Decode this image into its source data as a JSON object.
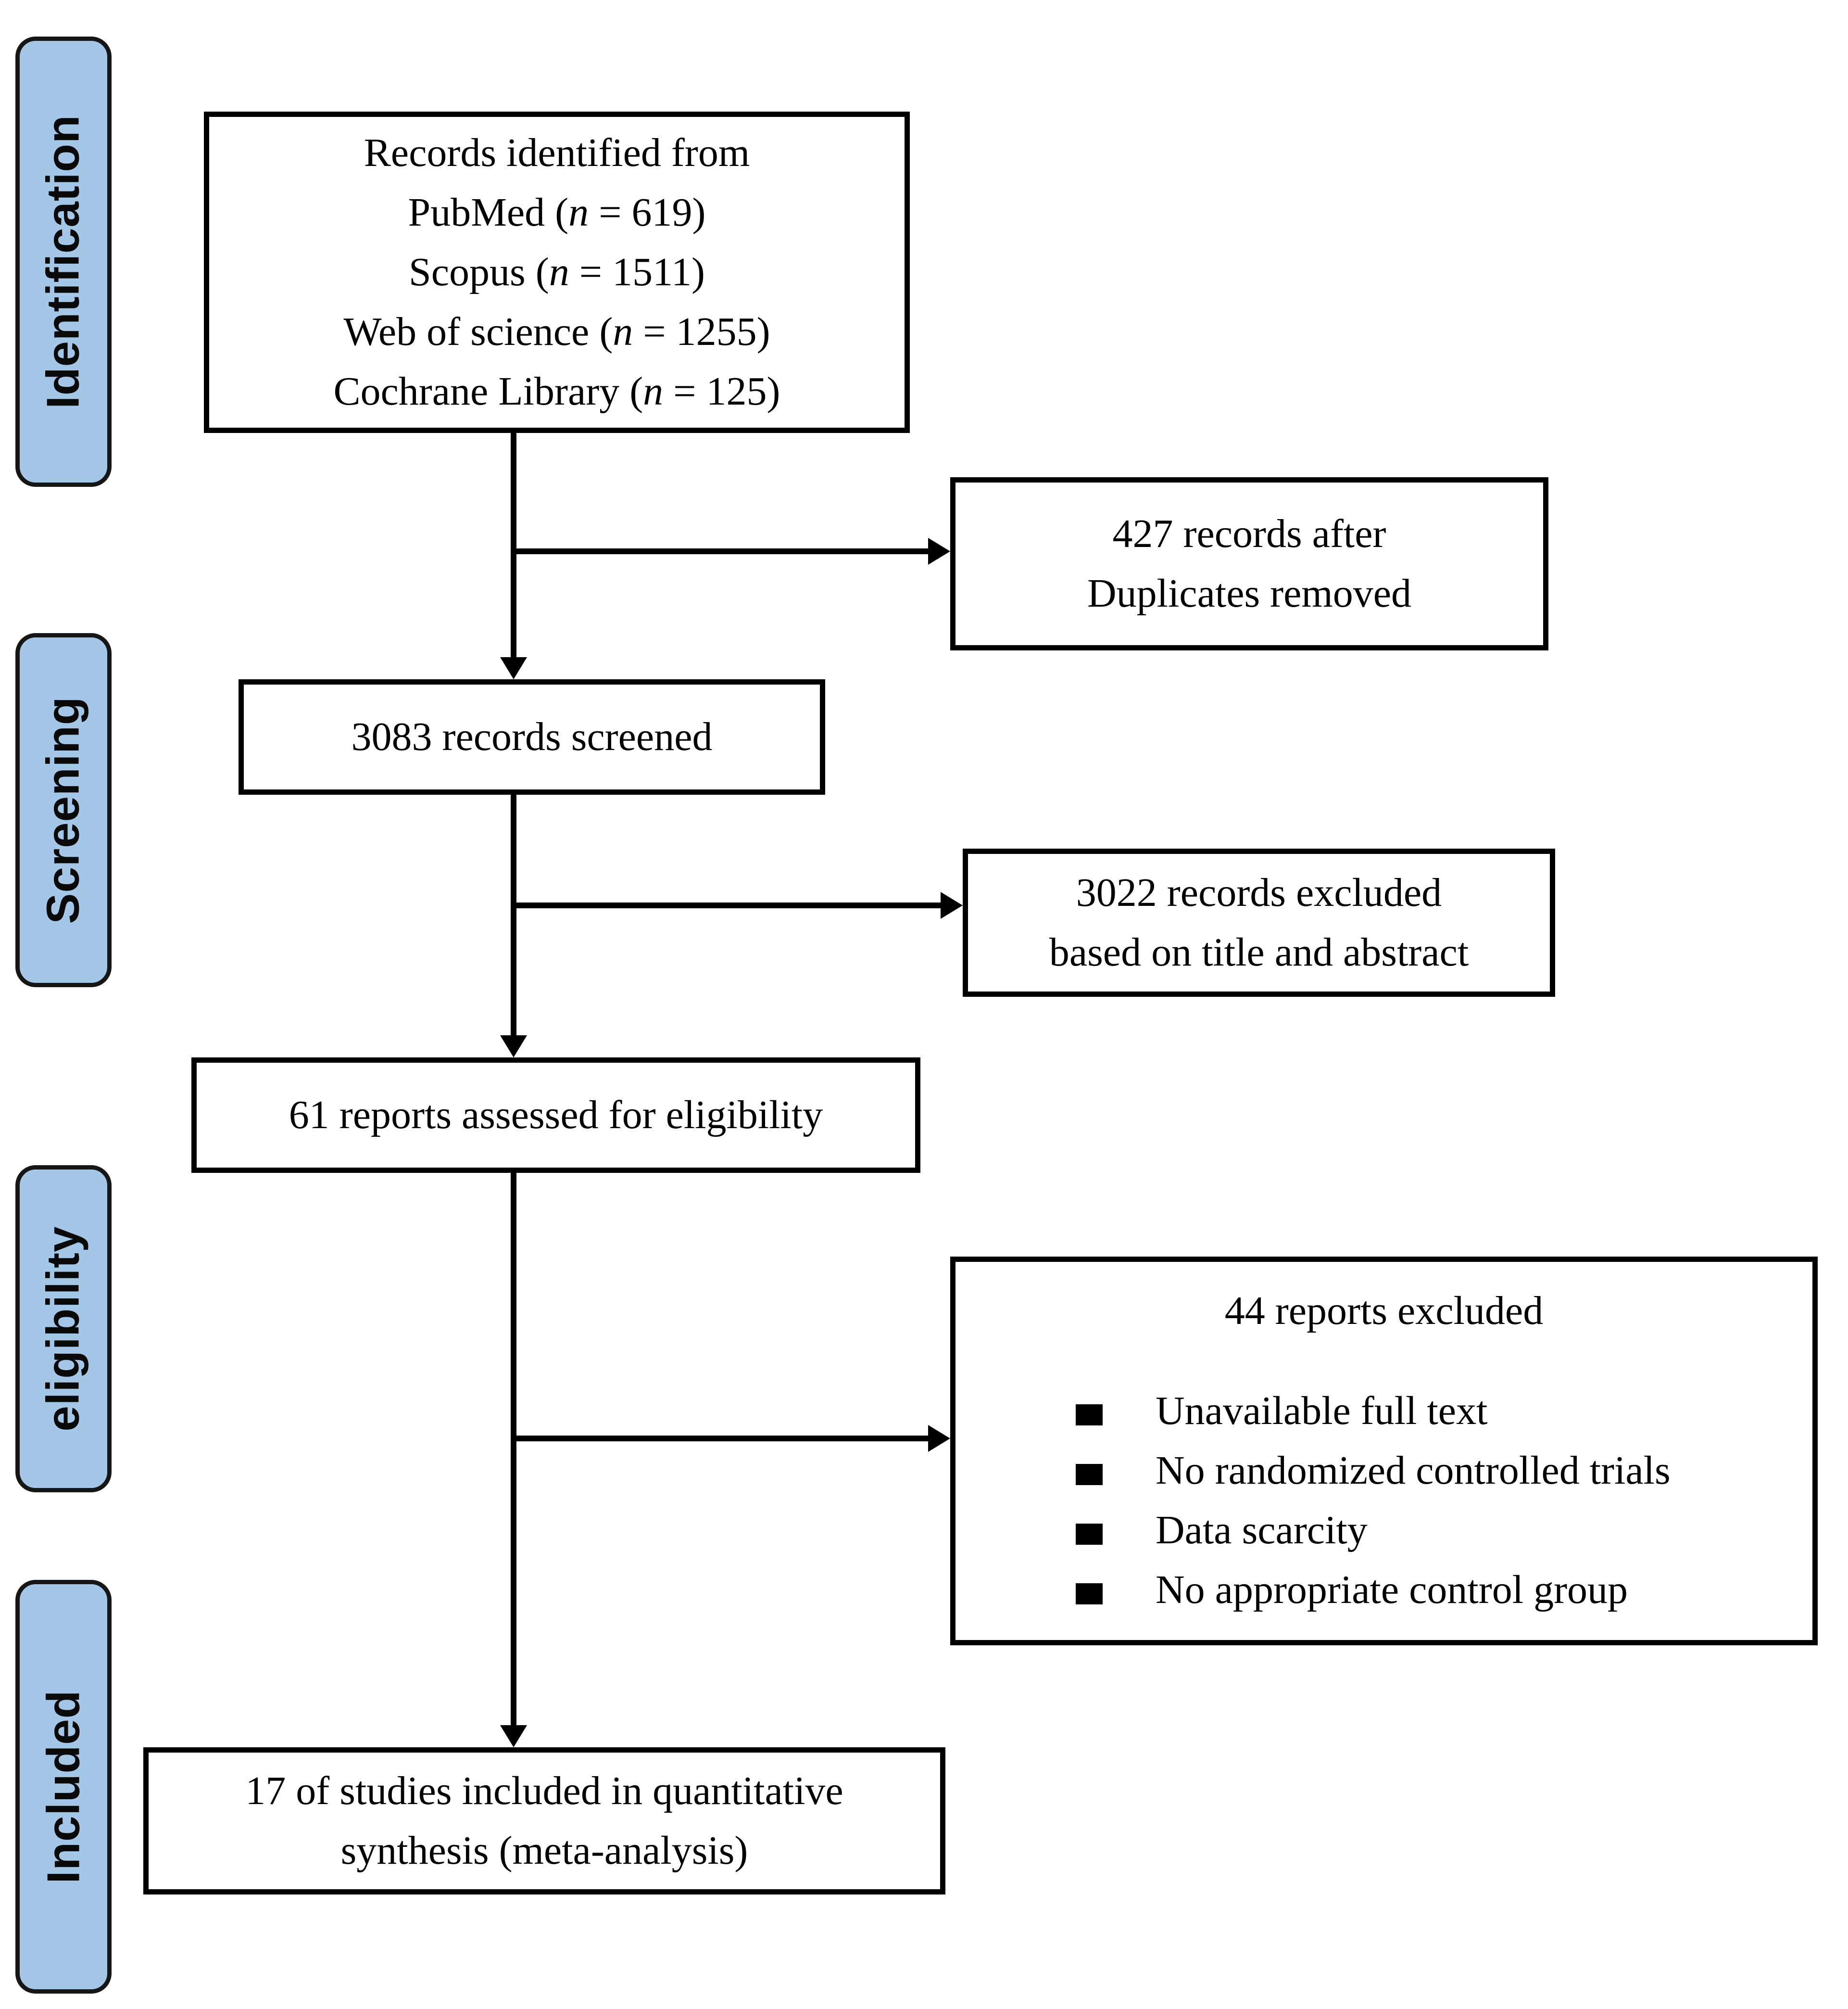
{
  "diagram": {
    "colors": {
      "stage_fill": "#a4c7e7",
      "stage_border": "#161616",
      "box_border": "#000000",
      "arrow": "#000000",
      "background": "#ffffff"
    },
    "stages": [
      {
        "id": "identification",
        "label": "Identification"
      },
      {
        "id": "screening",
        "label": "Screening"
      },
      {
        "id": "eligibility",
        "label": "eligibility"
      },
      {
        "id": "included",
        "label": "Included"
      }
    ],
    "boxes": {
      "records_identified": {
        "rich_lines": [
          [
            {
              "t": "Records identified from"
            }
          ],
          [
            {
              "t": "PubMed ("
            },
            {
              "t": "n",
              "i": true
            },
            {
              "t": " = 619)"
            }
          ],
          [
            {
              "t": "Scopus ("
            },
            {
              "t": "n",
              "i": true
            },
            {
              "t": " = 1511)"
            }
          ],
          [
            {
              "t": "Web of science ("
            },
            {
              "t": "n",
              "i": true
            },
            {
              "t": " = 1255)"
            }
          ],
          [
            {
              "t": "Cochrane Library ("
            },
            {
              "t": "n",
              "i": true
            },
            {
              "t": " = 125)"
            }
          ]
        ]
      },
      "duplicates_removed": {
        "lines": [
          "427 records after",
          "Duplicates removed"
        ]
      },
      "records_screened": {
        "text": "3083 records screened"
      },
      "records_excluded": {
        "lines": [
          "3022 records excluded",
          "based on title and abstract"
        ]
      },
      "reports_assessed": {
        "text": "61 reports assessed for eligibility"
      },
      "reports_excluded": {
        "title": "44 reports excluded",
        "items": [
          "Unavailable full text",
          "No randomized controlled trials",
          "Data scarcity",
          "No appropriate control group"
        ]
      },
      "studies_included": {
        "lines": [
          "17 of studies included in quantitative",
          "synthesis (meta-analysis)"
        ]
      }
    }
  }
}
